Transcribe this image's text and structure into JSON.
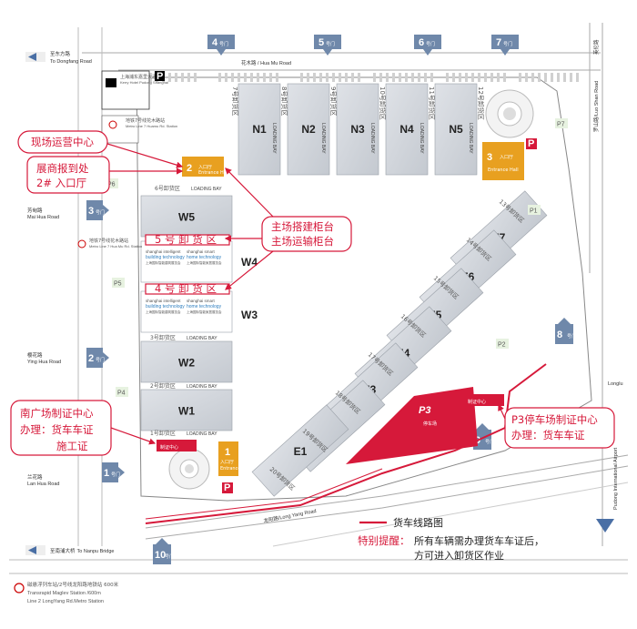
{
  "roads": {
    "top": "花木路 / Hua Mu Road",
    "west_top_zh": "至东方路",
    "west_top_en": "To Dongfang Road",
    "maihua_zh": "芳甸路",
    "maihua_en": "Mai Hua Road",
    "yinghua_zh": "樱花路",
    "yinghua_en": "Ying Hua Road",
    "lanhua_zh": "兰花路",
    "lanhua_en": "Lan Hua Road",
    "bottom_zh": "至南浦大桥",
    "bottom_en": "To Nanpu Bridge",
    "longyang": "龙阳路/Long Yang Road",
    "luoshan": "罗山路/Luo Shan Road",
    "east_right": "Longlu",
    "east_label": "Pudong International Airport",
    "yinglu": "英伦路"
  },
  "hotel": {
    "zh": "上海浦东嘉里大酒店",
    "en": "Kerry Hotel Pudong Shanghai"
  },
  "metro_top": {
    "zh": "地铁7号线花木路站",
    "en": "Metro Line 7 Huamu Rd. Station"
  },
  "metro_west": {
    "zh": "地铁7号线花木路站",
    "en": "Metro Line 7 Hua Mu Rd. Station"
  },
  "metro_bottom": {
    "zh": "磁悬浮列车站/2号线龙阳路地铁站 600米",
    "en1": "Transrapid Maglev Station /600m",
    "en2": "Line 2 LongYang Rd.Metro Station"
  },
  "gates": [
    {
      "num": "4",
      "sub": "号门"
    },
    {
      "num": "5",
      "sub": "号门"
    },
    {
      "num": "6",
      "sub": "号门"
    },
    {
      "num": "7",
      "sub": "号门"
    },
    {
      "num": "3",
      "sub": "号门"
    },
    {
      "num": "2",
      "sub": "号门"
    },
    {
      "num": "1",
      "sub": "号门"
    },
    {
      "num": "10",
      "sub": "号门"
    },
    {
      "num": "8",
      "sub": "号门"
    },
    {
      "num": "9",
      "sub": "号门"
    }
  ],
  "halls_north": [
    "N1",
    "N2",
    "N3",
    "N4",
    "N5"
  ],
  "north_bays": [
    "7号卸货区",
    "8号卸货区",
    "9号卸货区",
    "10号卸货区",
    "11号卸货区",
    "12号卸货区"
  ],
  "halls_west": [
    "W5",
    "W4",
    "W3",
    "W2",
    "W1"
  ],
  "west_bays": {
    "b6": "6号卸货区",
    "b5": "5 号 卸 货 区",
    "b4": "4 号 卸 货 区",
    "b3": "3号卸货区",
    "b2": "2号卸货区",
    "b1": "1号卸货区",
    "loading_bay": "LOADING BAY"
  },
  "halls_east": [
    "E7",
    "E6",
    "E5",
    "E4",
    "E3",
    "E2",
    "E1"
  ],
  "east_bays": [
    "13号卸货区",
    "14号卸货区",
    "15号卸货区",
    "16号卸货区",
    "17号卸货区",
    "18号卸货区",
    "19号卸货区",
    "20号卸货区"
  ],
  "parking": [
    "P",
    "P1",
    "P2",
    "P4",
    "P5",
    "P6",
    "P7"
  ],
  "entrances": [
    {
      "num": "2",
      "zh": "入口厅",
      "en": "Entrance Hall"
    },
    {
      "num": "3",
      "zh": "入口厅",
      "en": "Entrance Hall"
    },
    {
      "num": "1",
      "zh": "入口厅",
      "en": "Entrance Hall"
    }
  ],
  "ads": {
    "line1": "shanghai intelligent",
    "line2": "building technology",
    "line3": "上海国际智能建筑展览会",
    "line4": "shanghai smart",
    "line5": "home technology",
    "line6": "上海国际智能家居展览会"
  },
  "callouts": {
    "ops_center": "现场运营中心",
    "exhibitor_reg_1": "展商报到处",
    "exhibitor_reg_2": "2#  入口厅",
    "build_1": "主场搭建柜台",
    "build_2": "主场运输柜台",
    "south_1": "南广场制证中心",
    "south_2": "办理：货车车证",
    "south_3": "施工证",
    "p3_1": "P3停车场制证中心",
    "p3_2": "办理：货车车证",
    "zhizheng": "制证中心"
  },
  "p3": {
    "name": "P3",
    "zh": "停车场"
  },
  "legend": {
    "route": "货车线路图",
    "note_title": "特别提醒：",
    "note_1": "所有车辆需办理货车车证后，",
    "note_2": "方可进入卸货区作业"
  },
  "colors": {
    "accent_red": "#d6193a",
    "hall_grey": "#cfd3d9",
    "gate_blue": "#6f88aa",
    "entrance_orange": "#e8a020"
  }
}
